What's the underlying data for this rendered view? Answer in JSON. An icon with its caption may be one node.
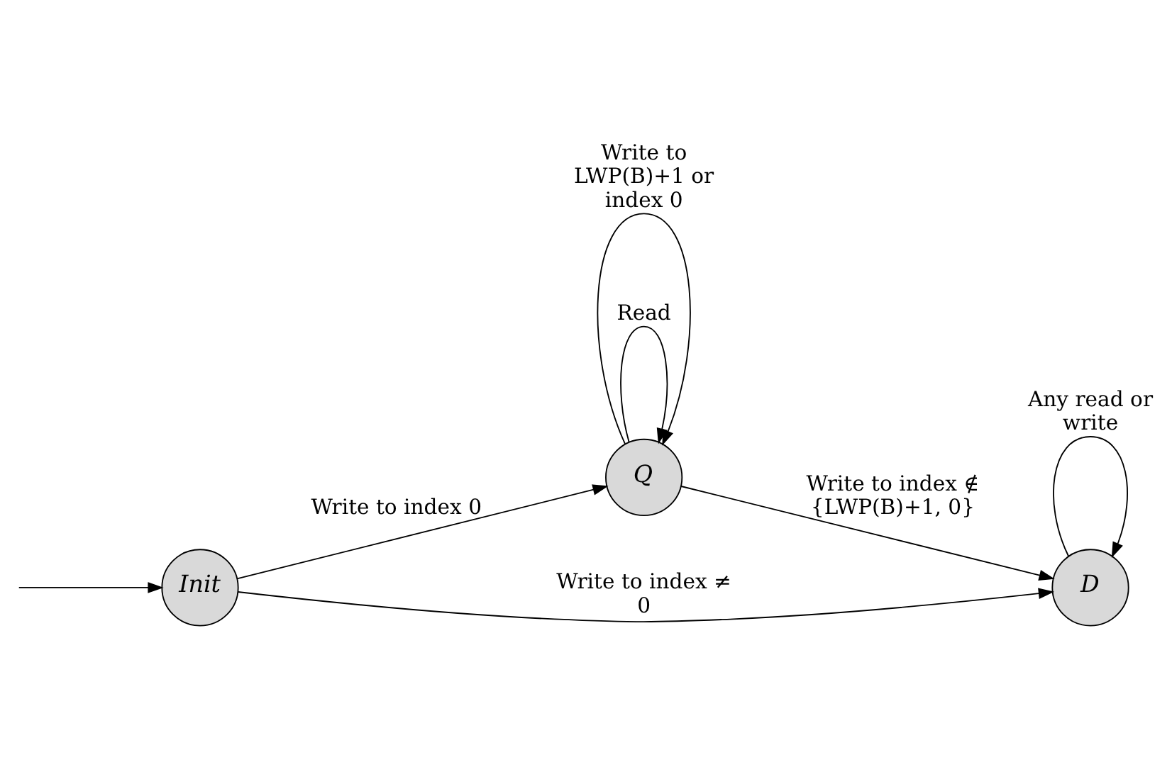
{
  "diagram": {
    "nodes": [
      {
        "text": [
          "Init"
        ]
      },
      {
        "text": [
          "Q"
        ]
      },
      {
        "text": [
          "D"
        ]
      }
    ],
    "edges": [
      {
        "from": null,
        "to": 0,
        "arrow": "to"
      },
      {
        "from": 0,
        "to": 1,
        "arrow": "to",
        "label": "Write to index 0"
      },
      {
        "from": 1,
        "to": 1,
        "arrow": "to",
        "label": "Read"
      },
      {
        "from": 1,
        "to": 1,
        "arrow": "to",
        "label": "Write to LWP(B)+1 or index 0"
      },
      {
        "from": 1,
        "to": 2,
        "arrow": "to",
        "label": "Write to index ∉ {LWP(B)+1, 0}"
      },
      {
        "from": 0,
        "to": 2,
        "arrow": "to",
        "label": "Write to index ≠ 0"
      },
      {
        "from": 2,
        "to": 2,
        "arrow": "to",
        "label": "Any read or write"
      }
    ]
  }
}
